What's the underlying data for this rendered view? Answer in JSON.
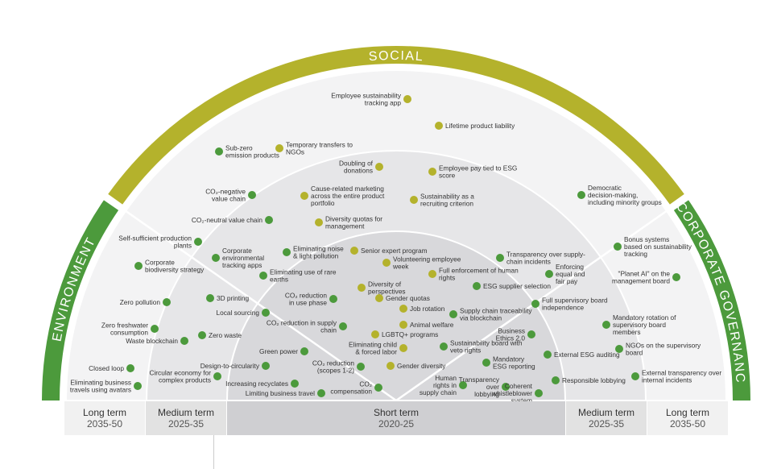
{
  "segments": {
    "social": "SOCIAL",
    "environment": "ENVIRONMENT",
    "governance": "CORPORATE GOVERNANCE"
  },
  "timeline": {
    "left_long": {
      "label": "Long term",
      "years": "2035-50"
    },
    "left_medium": {
      "label": "Medium term",
      "years": "2025-35"
    },
    "short": {
      "label": "Short term",
      "years": "2020-25"
    },
    "right_medium": {
      "label": "Medium term",
      "years": "2025-35"
    },
    "right_long": {
      "label": "Long term",
      "years": "2035-50"
    }
  },
  "colors": {
    "environment": "#4c9a3c",
    "social": "#b4b22c",
    "governance": "#4c9a3c",
    "ring_outer": "#f3f3f4",
    "ring_medium": "#e6e6e8",
    "ring_short": "#d8d8db"
  },
  "items": [
    {
      "id": "employee-sustainability-app",
      "cat": "social",
      "lines": [
        "Employee sustainability",
        "tracking app"
      ]
    },
    {
      "id": "lifetime-product-liability",
      "cat": "social",
      "lines": [
        "Lifetime product liability"
      ]
    },
    {
      "id": "sub-zero-emission-products",
      "cat": "env",
      "lines": [
        "Sub-zero",
        "emission products"
      ]
    },
    {
      "id": "temporary-transfers-ngos",
      "cat": "social",
      "lines": [
        "Temporary transfers to",
        "NGOs"
      ]
    },
    {
      "id": "doubling-donations",
      "cat": "social",
      "lines": [
        "Doubling of",
        "donations"
      ]
    },
    {
      "id": "employee-pay-esg",
      "cat": "social",
      "lines": [
        "Employee pay tied to ESG",
        "score"
      ]
    },
    {
      "id": "co2-negative-value-chain",
      "cat": "env",
      "lines": [
        "CO₂-negative",
        "value chain"
      ]
    },
    {
      "id": "cause-related-marketing",
      "cat": "social",
      "lines": [
        "Cause-related marketing",
        "across the entire product",
        "portfolio"
      ]
    },
    {
      "id": "sustainability-recruiting",
      "cat": "social",
      "lines": [
        "Sustainability as a",
        "recruiting criterion"
      ]
    },
    {
      "id": "democratic-decision-making",
      "cat": "gov",
      "lines": [
        "Democratic",
        "decision-making,",
        "including minority groups"
      ]
    },
    {
      "id": "co2-neutral-value-chain",
      "cat": "env",
      "lines": [
        "CO₂-neutral value chain"
      ]
    },
    {
      "id": "diversity-quotas-management",
      "cat": "social",
      "lines": [
        "Diversity quotas for",
        "management"
      ]
    },
    {
      "id": "self-sufficient-plants",
      "cat": "env",
      "lines": [
        "Self-sufficient production",
        "plants"
      ]
    },
    {
      "id": "corporate-env-tracking",
      "cat": "env",
      "lines": [
        "Corporate",
        "environmental",
        "tracking apps"
      ]
    },
    {
      "id": "eliminating-noise",
      "cat": "env",
      "lines": [
        "Eliminating noise",
        "& light pollution"
      ]
    },
    {
      "id": "senior-expert-program",
      "cat": "social",
      "lines": [
        "Senior expert program"
      ]
    },
    {
      "id": "transparency-supply-chain-incidents",
      "cat": "gov",
      "lines": [
        "Transparency over supply-",
        "chain incidents"
      ]
    },
    {
      "id": "bonus-systems",
      "cat": "gov",
      "lines": [
        "Bonus systems",
        "based on sustainability",
        "tracking"
      ]
    },
    {
      "id": "corporate-biodiversity",
      "cat": "env",
      "lines": [
        "Corporate",
        "biodiversity strategy"
      ]
    },
    {
      "id": "volunteering-week",
      "cat": "social",
      "lines": [
        "Volunteering employee",
        "week"
      ]
    },
    {
      "id": "eliminating-rare-earths",
      "cat": "env",
      "lines": [
        "Eliminating use of rare",
        "earths"
      ]
    },
    {
      "id": "full-enforcement-human-rights",
      "cat": "social",
      "lines": [
        "Full enforcement of human",
        "rights"
      ]
    },
    {
      "id": "enforcing-equal-pay",
      "cat": "gov",
      "lines": [
        "Enforcing",
        "equal and",
        "fair pay"
      ]
    },
    {
      "id": "planet-ai",
      "cat": "gov",
      "lines": [
        "\"Planet AI\" on the",
        "management board"
      ]
    },
    {
      "id": "diversity-perspectives",
      "cat": "social",
      "lines": [
        "Diversity of",
        "perspectives"
      ]
    },
    {
      "id": "esg-supplier-selection",
      "cat": "gov",
      "lines": [
        "ESG supplier selection"
      ]
    },
    {
      "id": "zero-pollution",
      "cat": "env",
      "lines": [
        "Zero pollution"
      ]
    },
    {
      "id": "3d-printing",
      "cat": "env",
      "lines": [
        "3D printing"
      ]
    },
    {
      "id": "co2-reduction-use-phase",
      "cat": "env",
      "lines": [
        "CO₂ reduction",
        "in use phase"
      ]
    },
    {
      "id": "gender-quotas",
      "cat": "social",
      "lines": [
        "Gender quotas"
      ]
    },
    {
      "id": "full-supervisory-independence",
      "cat": "gov",
      "lines": [
        "Full supervisory board",
        "independence"
      ]
    },
    {
      "id": "job-rotation",
      "cat": "social",
      "lines": [
        "Job rotation"
      ]
    },
    {
      "id": "local-sourcing",
      "cat": "env",
      "lines": [
        "Local sourcing"
      ]
    },
    {
      "id": "supply-chain-traceability",
      "cat": "gov",
      "lines": [
        "Supply chain traceability",
        "via blockchain"
      ]
    },
    {
      "id": "mandatory-rotation",
      "cat": "gov",
      "lines": [
        "Mandatory rotation of",
        "supervisory board",
        "members"
      ]
    },
    {
      "id": "animal-welfare",
      "cat": "social",
      "lines": [
        "Animal welfare"
      ]
    },
    {
      "id": "zero-freshwater",
      "cat": "env",
      "lines": [
        "Zero freshwater",
        "consumption"
      ]
    },
    {
      "id": "co2-reduction-supply-chain",
      "cat": "env",
      "lines": [
        "CO₂ reduction in supply",
        "chain"
      ]
    },
    {
      "id": "lgbtq-programs",
      "cat": "social",
      "lines": [
        "LGBTQ+ programs"
      ]
    },
    {
      "id": "business-ethics",
      "cat": "gov",
      "lines": [
        "Business",
        "Ethics 2.0"
      ]
    },
    {
      "id": "waste-blockchain",
      "cat": "env",
      "lines": [
        "Waste blockchain"
      ]
    },
    {
      "id": "zero-waste",
      "cat": "env",
      "lines": [
        "Zero waste"
      ]
    },
    {
      "id": "eliminating-child-labor",
      "cat": "social",
      "lines": [
        "Eliminating child",
        "& forced labor"
      ]
    },
    {
      "id": "sustainability-board-veto",
      "cat": "gov",
      "lines": [
        "Sustainability board with",
        "veto rights"
      ]
    },
    {
      "id": "ngos-supervisory-board",
      "cat": "gov",
      "lines": [
        "NGOs on the supervisory",
        "board"
      ]
    },
    {
      "id": "green-power",
      "cat": "env",
      "lines": [
        "Green power"
      ]
    },
    {
      "id": "external-esg-auditing",
      "cat": "gov",
      "lines": [
        "External ESG auditing"
      ]
    },
    {
      "id": "design-to-circularity",
      "cat": "env",
      "lines": [
        "Design-to-circularity"
      ]
    },
    {
      "id": "co2-reduction-scopes",
      "cat": "env",
      "lines": [
        "CO₂ reduction",
        "(scopes 1-2)"
      ]
    },
    {
      "id": "mandatory-esg-reporting",
      "cat": "gov",
      "lines": [
        "Mandatory",
        "ESG reporting"
      ]
    },
    {
      "id": "gender-diversity",
      "cat": "social",
      "lines": [
        "Gender diversity"
      ]
    },
    {
      "id": "closed-loop",
      "cat": "env",
      "lines": [
        "Closed loop"
      ]
    },
    {
      "id": "circular-economy",
      "cat": "env",
      "lines": [
        "Circular economy for",
        "complex products"
      ]
    },
    {
      "id": "external-transparency",
      "cat": "gov",
      "lines": [
        "External transparency over",
        "internal incidents"
      ]
    },
    {
      "id": "increasing-recyclates",
      "cat": "env",
      "lines": [
        "Increasing recyclates"
      ]
    },
    {
      "id": "eliminating-business-travels",
      "cat": "env",
      "lines": [
        "Eliminating business",
        "travels using avatars"
      ]
    },
    {
      "id": "co2-compensation",
      "cat": "env",
      "lines": [
        "CO₂",
        "compensation"
      ]
    },
    {
      "id": "human-rights-supply-chain",
      "cat": "gov",
      "lines": [
        "Human",
        "rights in",
        "supply chain"
      ]
    },
    {
      "id": "transparency-lobbying",
      "cat": "gov",
      "lines": [
        "Transparency",
        "over",
        "lobbying"
      ]
    },
    {
      "id": "coherent-whistleblower",
      "cat": "gov",
      "lines": [
        "Coherent",
        "whistleblower",
        "system"
      ]
    },
    {
      "id": "responsible-lobbying",
      "cat": "gov",
      "lines": [
        "Responsible lobbying"
      ]
    },
    {
      "id": "limiting-business-travel",
      "cat": "env",
      "lines": [
        "Limiting business travel"
      ]
    }
  ]
}
